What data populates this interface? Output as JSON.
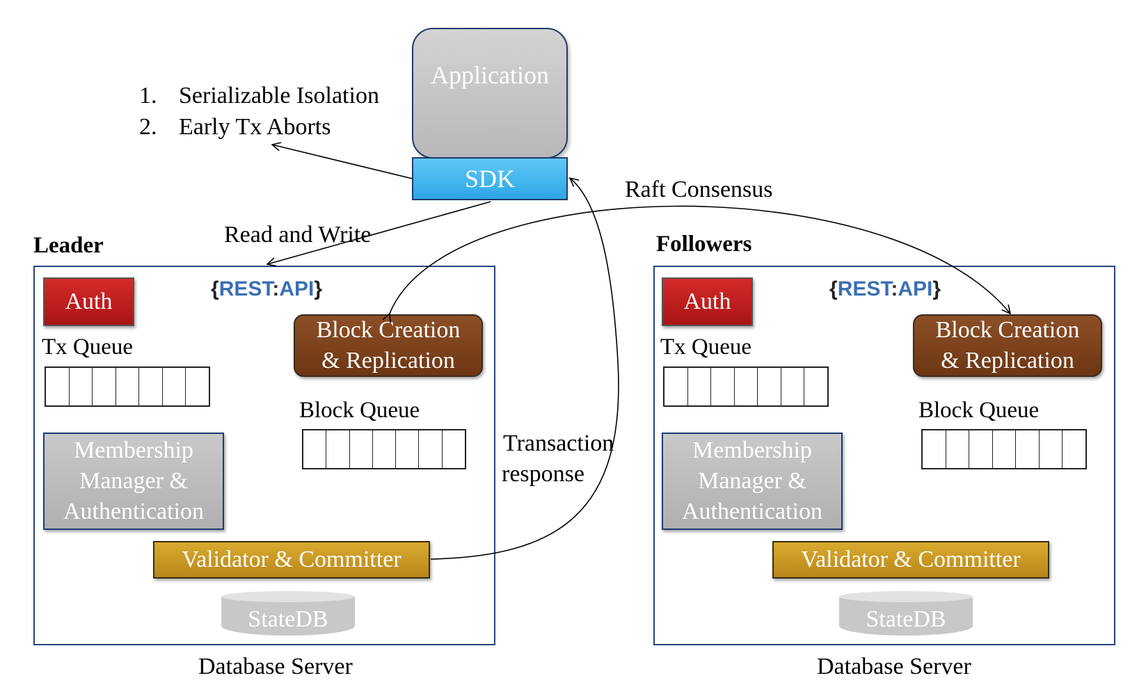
{
  "application": {
    "label": "Application"
  },
  "sdk": {
    "label": "SDK"
  },
  "guarantees": [
    {
      "num": "1.",
      "text": "Serializable Isolation"
    },
    {
      "num": "2.",
      "text": "Early Tx Aborts"
    }
  ],
  "edges": {
    "read_write": "Read and Write",
    "raft": "Raft Consensus",
    "tx_response_line1": "Transaction",
    "tx_response_line2": "response"
  },
  "servers": {
    "leader": {
      "heading": "Leader",
      "caption": "Database Server",
      "auth": "Auth",
      "rest": {
        "open": "{",
        "kw1": "REST",
        "colon": ":",
        "kw2": "API",
        "close": "}"
      },
      "block_creation": {
        "line1": "Block Creation",
        "line2": "& Replication"
      },
      "tx_queue_label": "Tx Queue",
      "block_queue_label": "Block Queue",
      "membership": {
        "line1": "Membership",
        "line2": "Manager &",
        "line3": "Authentication"
      },
      "validator": "Validator & Committer",
      "statedb": "StateDB"
    },
    "followers": {
      "heading": "Followers",
      "caption": "Database Server",
      "auth": "Auth",
      "rest": {
        "open": "{",
        "kw1": "REST",
        "colon": ":",
        "kw2": "API",
        "close": "}"
      },
      "block_creation": {
        "line1": "Block Creation",
        "line2": "& Replication"
      },
      "tx_queue_label": "Tx Queue",
      "block_queue_label": "Block Queue",
      "membership": {
        "line1": "Membership",
        "line2": "Manager &",
        "line3": "Authentication"
      },
      "validator": "Validator & Committer",
      "statedb": "StateDB"
    }
  },
  "colors": {
    "auth": "#c01f1f",
    "block_creation": "#7a4019",
    "validator": "#c99a22",
    "sdk": "#3db3ee",
    "rest_api": "#3b6fb4",
    "panel_border": "#2a4480"
  }
}
